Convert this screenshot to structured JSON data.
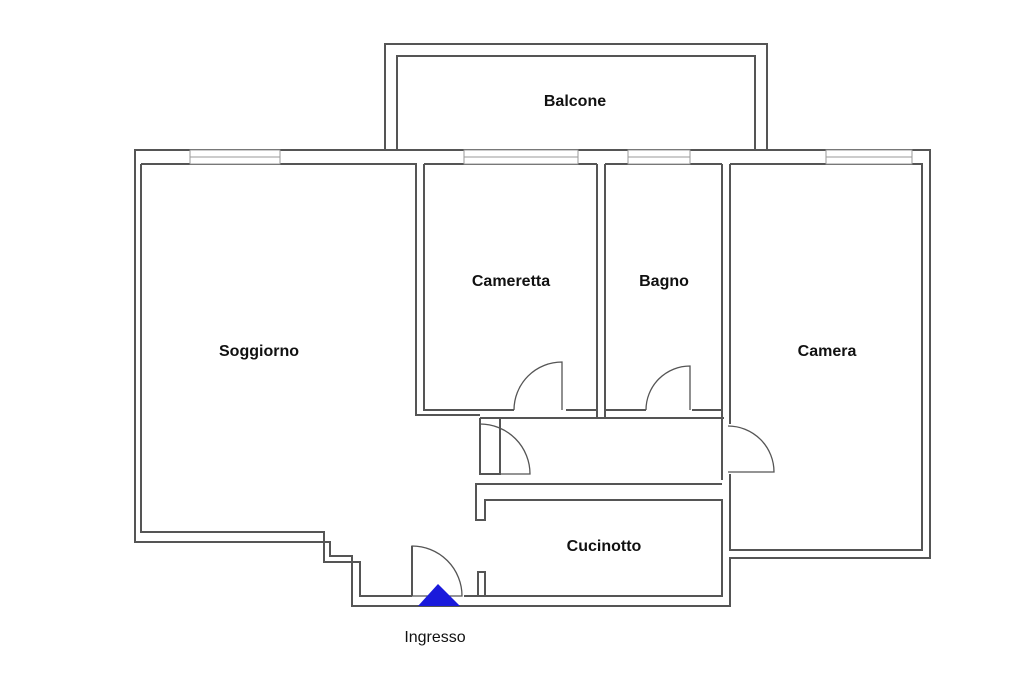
{
  "rooms": {
    "balcone": "Balcone",
    "cameretta": "Cameretta",
    "bagno": "Bagno",
    "soggiorno": "Soggiorno",
    "camera": "Camera",
    "cucinotto": "Cucinotto"
  },
  "entrance": {
    "label": "Ingresso",
    "marker_color": "#1a1adb"
  }
}
